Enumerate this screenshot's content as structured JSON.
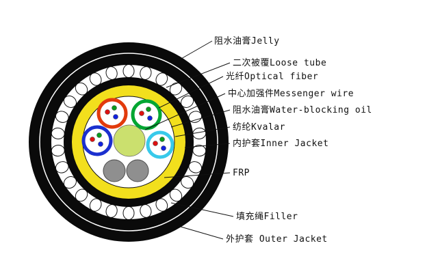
{
  "figure": {
    "title": "fiber-optic-cable-cross-section",
    "background": "#ffffff",
    "labels": [
      {
        "id": "jelly",
        "text": "阻水油膏Jelly"
      },
      {
        "id": "loose-tube",
        "text": "二次被覆Loose tube"
      },
      {
        "id": "optical-fiber",
        "text": "光纤Optical fiber"
      },
      {
        "id": "messenger-wire",
        "text": "中心加强件Messenger wire"
      },
      {
        "id": "water-blocking-oil",
        "text": "阻水油膏Water-blocking oil"
      },
      {
        "id": "kvalar",
        "text": "纺纶Kvalar"
      },
      {
        "id": "inner-jacket",
        "text": "内护套Inner Jacket"
      },
      {
        "id": "frp",
        "text": "FRP"
      },
      {
        "id": "filler",
        "text": "填充绳Filler"
      },
      {
        "id": "outer-jacket",
        "text": "外护套 Outer Jacket"
      }
    ],
    "colors": {
      "outer_jacket": "#0a0a0a",
      "binder_ring": "#0a0a0a",
      "kvalar_yellow": "#f2df1d",
      "tube_red": "#e23a0c",
      "tube_green": "#00a632",
      "tube_blue": "#1b30cf",
      "tube_cyan": "#38c9ea",
      "frp_center": "#cbe06e",
      "filler_gray": "#8f8f8f",
      "fibers": [
        "#dd1111",
        "#0a9a1e",
        "#1122dd"
      ]
    }
  }
}
